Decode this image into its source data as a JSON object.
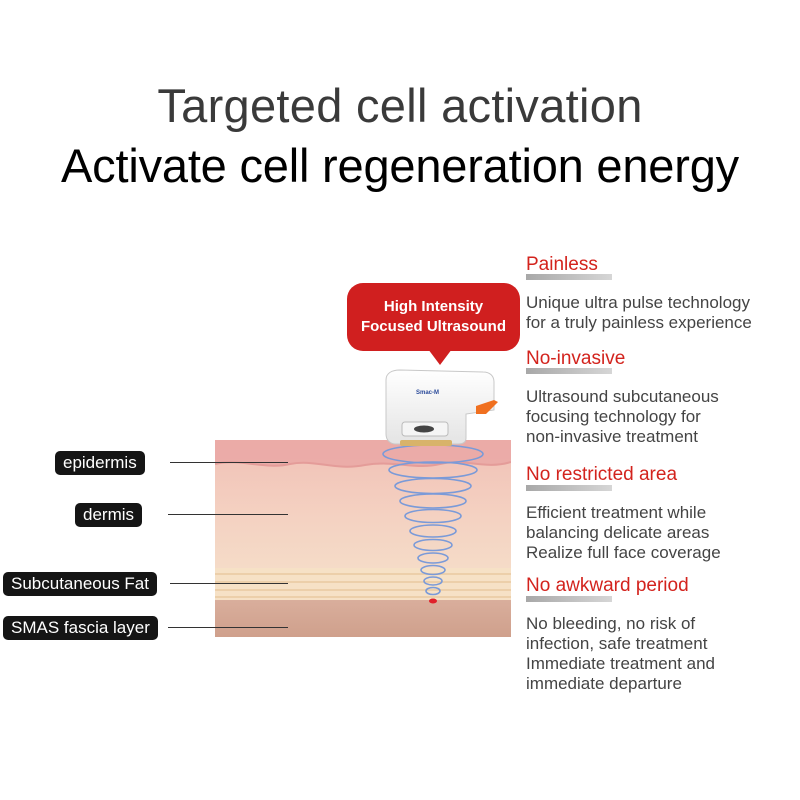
{
  "header": {
    "title": "Targeted cell activation",
    "subtitle": "Activate cell regeneration energy"
  },
  "callout": {
    "line1": "High Intensity",
    "line2": "Focused Ultrasound"
  },
  "device": {
    "brand": "Smac-M"
  },
  "layers": [
    {
      "label": "epidermis"
    },
    {
      "label": "dermis"
    },
    {
      "label": "Subcutaneous Fat"
    },
    {
      "label": "SMAS fascia layer"
    }
  ],
  "features": [
    {
      "title": "Painless",
      "lines": [
        "Unique ultra pulse technology",
        "for a truly painless experience"
      ]
    },
    {
      "title": "No-invasive",
      "lines": [
        "Ultrasound subcutaneous",
        "focusing technology for",
        "non-invasive treatment"
      ]
    },
    {
      "title": "No restricted area",
      "lines": [
        "Efficient treatment while",
        "balancing delicate areas",
        "Realize full face coverage"
      ]
    },
    {
      "title": "No awkward period",
      "lines": [
        "No bleeding, no risk of",
        "infection, safe treatment",
        "Immediate treatment and",
        "immediate departure"
      ]
    }
  ],
  "colors": {
    "accent_red": "#d3231d",
    "callout_red": "#d01f1f",
    "label_bg": "#151515",
    "device_orange": "#f07020",
    "wave_blue": "#7a9ad8"
  }
}
